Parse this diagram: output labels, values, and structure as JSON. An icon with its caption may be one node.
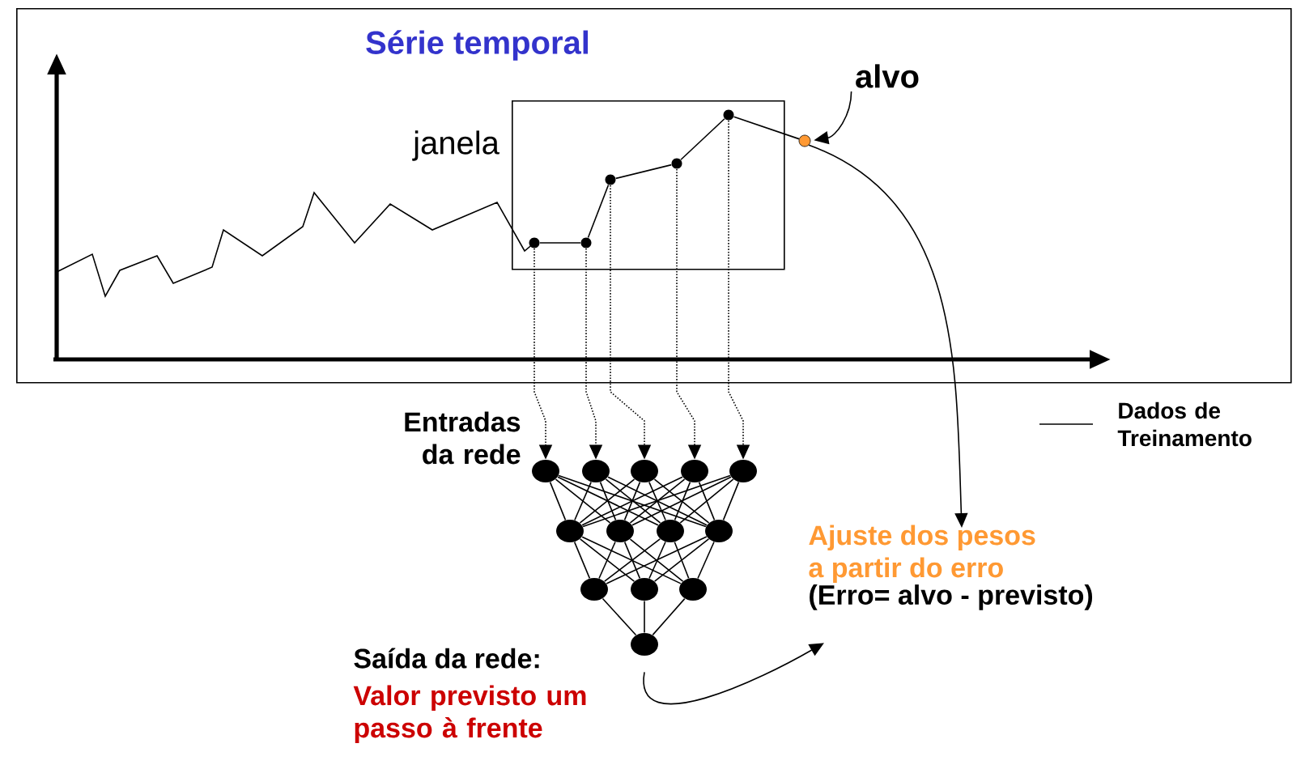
{
  "diagram": {
    "nodes": [
      {
        "text": [
          "Série temporal"
        ]
      },
      {
        "text": [
          "janela"
        ],
        "in": 0
      },
      {
        "text": [
          "alvo"
        ],
        "in": 0
      },
      {
        "text": [],
        "shape": "circle",
        "in": 1
      },
      {
        "text": [],
        "shape": "circle",
        "in": 1
      },
      {
        "text": [],
        "shape": "circle",
        "in": 1
      },
      {
        "text": [],
        "shape": "circle",
        "in": 1
      },
      {
        "text": [],
        "shape": "circle",
        "in": 1
      },
      {
        "text": [],
        "shape": "circle",
        "in": 0
      },
      {
        "text": [],
        "shape": "circle"
      },
      {
        "text": [],
        "shape": "circle"
      },
      {
        "text": [],
        "shape": "circle"
      },
      {
        "text": [],
        "shape": "circle"
      },
      {
        "text": [],
        "shape": "circle"
      },
      {
        "text": [],
        "shape": "circle"
      },
      {
        "text": [],
        "shape": "circle"
      },
      {
        "text": [],
        "shape": "circle"
      },
      {
        "text": [],
        "shape": "circle"
      },
      {
        "text": [],
        "shape": "circle"
      },
      {
        "text": [],
        "shape": "circle"
      },
      {
        "text": [],
        "shape": "circle"
      },
      {
        "text": [],
        "shape": "circle"
      },
      {
        "text": [
          "Ajuste dos pesos a partir do erro",
          "(Erro= alvo - previsto)"
        ]
      }
    ],
    "edges": [
      {
        "from": 2,
        "to": 8,
        "arrow": "to"
      },
      {
        "from": 3,
        "to": 4,
        "arrow": "none"
      },
      {
        "from": 4,
        "to": 5,
        "arrow": "none"
      },
      {
        "from": 5,
        "to": 6,
        "arrow": "none"
      },
      {
        "from": 6,
        "to": 7,
        "arrow": "none"
      },
      {
        "from": 7,
        "to": 8,
        "arrow": "none"
      },
      {
        "from": 3,
        "to": 9,
        "arrow": "to",
        "style": "dashed"
      },
      {
        "from": 4,
        "to": 10,
        "arrow": "to",
        "style": "dashed"
      },
      {
        "from": 5,
        "to": 11,
        "arrow": "to",
        "style": "dashed"
      },
      {
        "from": 6,
        "to": 12,
        "arrow": "to",
        "style": "dashed"
      },
      {
        "from": 7,
        "to": 13,
        "arrow": "to",
        "style": "dashed"
      },
      {
        "from": 9,
        "to": 14,
        "arrow": "none"
      },
      {
        "from": 9,
        "to": 15,
        "arrow": "none"
      },
      {
        "from": 9,
        "to": 16,
        "arrow": "none"
      },
      {
        "from": 9,
        "to": 17,
        "arrow": "none"
      },
      {
        "from": 10,
        "to": 14,
        "arrow": "none"
      },
      {
        "from": 10,
        "to": 15,
        "arrow": "none"
      },
      {
        "from": 10,
        "to": 16,
        "arrow": "none"
      },
      {
        "from": 10,
        "to": 17,
        "arrow": "none"
      },
      {
        "from": 11,
        "to": 14,
        "arrow": "none"
      },
      {
        "from": 11,
        "to": 15,
        "arrow": "none"
      },
      {
        "from": 11,
        "to": 16,
        "arrow": "none"
      },
      {
        "from": 11,
        "to": 17,
        "arrow": "none"
      },
      {
        "from": 12,
        "to": 14,
        "arrow": "none"
      },
      {
        "from": 12,
        "to": 15,
        "arrow": "none"
      },
      {
        "from": 12,
        "to": 16,
        "arrow": "none"
      },
      {
        "from": 12,
        "to": 17,
        "arrow": "none"
      },
      {
        "from": 13,
        "to": 14,
        "arrow": "none"
      },
      {
        "from": 13,
        "to": 15,
        "arrow": "none"
      },
      {
        "from": 13,
        "to": 16,
        "arrow": "none"
      },
      {
        "from": 13,
        "to": 17,
        "arrow": "none"
      },
      {
        "from": 14,
        "to": 18,
        "arrow": "none"
      },
      {
        "from": 14,
        "to": 19,
        "arrow": "none"
      },
      {
        "from": 14,
        "to": 20,
        "arrow": "none"
      },
      {
        "from": 15,
        "to": 18,
        "arrow": "none"
      },
      {
        "from": 15,
        "to": 19,
        "arrow": "none"
      },
      {
        "from": 15,
        "to": 20,
        "arrow": "none"
      },
      {
        "from": 16,
        "to": 18,
        "arrow": "none"
      },
      {
        "from": 16,
        "to": 19,
        "arrow": "none"
      },
      {
        "from": 16,
        "to": 20,
        "arrow": "none"
      },
      {
        "from": 17,
        "to": 18,
        "arrow": "none"
      },
      {
        "from": 17,
        "to": 19,
        "arrow": "none"
      },
      {
        "from": 17,
        "to": 20,
        "arrow": "none"
      },
      {
        "from": 18,
        "to": 21,
        "arrow": "none"
      },
      {
        "from": 19,
        "to": 21,
        "arrow": "none"
      },
      {
        "from": 20,
        "to": 21,
        "arrow": "none"
      },
      {
        "from": 8,
        "to": 22,
        "arrow": "to"
      },
      {
        "from": 21,
        "to": 22,
        "arrow": "to"
      }
    ],
    "labels": [
      "Entradas da rede",
      "Saída da rede:",
      "Valor previsto um passo à frente"
    ],
    "legend": [
      {
        "text": "Dados de Treinamento"
      }
    ]
  }
}
